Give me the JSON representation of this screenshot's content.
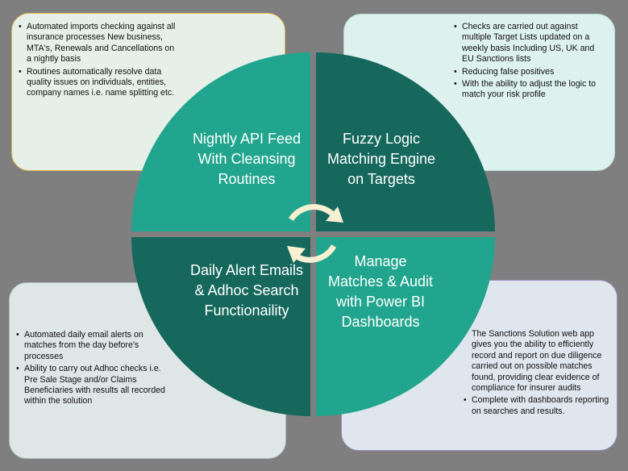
{
  "top_left": {
    "title": "Nightly API Feed With Cleansing Routines",
    "bullets": [
      "Automated imports checking against all insurance processes New business, MTA's, Renewals and Cancellations on a nightly basis",
      "Routines automatically resolve data quality issues on individuals, entities, company names i.e. name splitting etc."
    ]
  },
  "top_right": {
    "title": "Fuzzy Logic Matching Engine on Targets",
    "bullets": [
      "Checks are carried out against multiple Target Lists updated on a weekly basis Including US, UK and EU Sanctions lists",
      "Reducing false positives",
      "With the ability to adjust the logic to match your risk profile"
    ]
  },
  "bottom_left": {
    "title": "Daily Alert Emails & Adhoc Search Functionaility",
    "bullets": [
      "Automated daily email alerts on  matches from the day before's processes",
      "Ability to carry out Adhoc checks  i.e. Pre Sale Stage and/or Claims Beneficiaries with results all recorded within the solution"
    ]
  },
  "bottom_right": {
    "title": "Manage Matches & Audit with Power BI Dashboards",
    "bullets": [
      "The Sanctions Solution web app gives you the ability to efficiently record and report on due diligence carried out on possible matches found, providing clear evidence of compliance for insurer audits",
      "Complete with dashboards reporting on searches and results."
    ]
  },
  "colors": {
    "background": "#7f7f7f",
    "teal_light": "#22a58e",
    "teal_dark": "#16685d",
    "arrow": "#f7f0d2"
  }
}
